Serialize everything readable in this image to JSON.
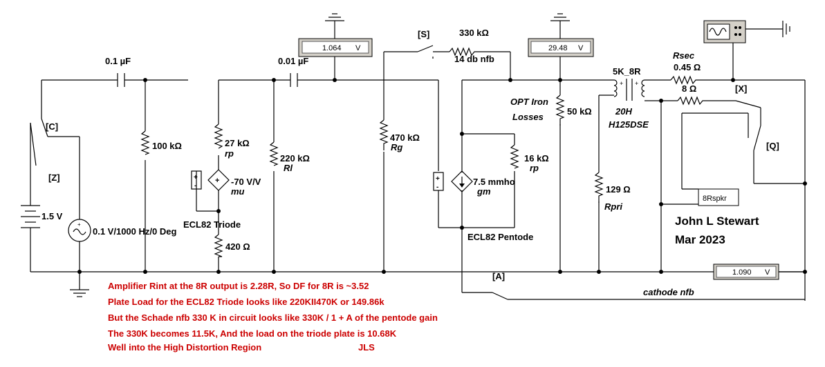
{
  "components": {
    "cap1": "0.1 µF",
    "cap2": "0.01 µF",
    "r100k": "100 kΩ",
    "r27k": "27 kΩ",
    "rp": "rp",
    "vcvs_gain": "-70 V/V",
    "mu": "mu",
    "r220k": "220 kΩ",
    "rl": "Rl",
    "r420": "420 Ω",
    "triode": "ECL82 Triode",
    "r470k": "470 kΩ",
    "rg": "Rg",
    "r330k": "330 kΩ",
    "fb_label": "14 db nfb",
    "switch_s": "[S]",
    "r16k": "16 kΩ",
    "rp2": "rp",
    "vccs_gain": "7.5 mmho",
    "gm": "gm",
    "pentode": "ECL82 Pentode",
    "opt_iron": "OPT Iron",
    "losses": "Losses",
    "r50k": "50 kΩ",
    "xfmr": "5K_8R",
    "xfmr_l": "20H",
    "xfmr_model": "H125DSE",
    "r129": "129 Ω",
    "rpri": "Rpri",
    "rsec": "Rsec",
    "rsec_val": "0.45 Ω",
    "r8": "8 Ω",
    "switch_x": "[X]",
    "switch_q": "[Q]",
    "spkr": "8Rspkr",
    "switch_c": "[C]",
    "switch_z": "[Z]",
    "battery": "1.5 V",
    "source": "0.1 V/1000 Hz/0 Deg",
    "switch_a": "[A]",
    "cathode_nfb": "cathode nfb"
  },
  "meters": {
    "m1": {
      "value": "1.064",
      "unit": "V"
    },
    "m2": {
      "value": "29.48",
      "unit": "V"
    },
    "m3": {
      "value": "1.090",
      "unit": "V"
    }
  },
  "author": {
    "name": "John L Stewart",
    "date": "Mar 2023"
  },
  "notes": {
    "line1": "Amplifier Rint at the 8R output is 2.28R, So DF for 8R is ~3.52",
    "line2": "Plate Load for the ECL82 Triode looks like 220KII470K or 149.86k",
    "line3": "But the Schade nfb 330 K in circuit looks like 330K / 1 + A of the pentode gain",
    "line4": "The 330K becomes 11.5K, And the load on the triode plate is 10.68K",
    "line5": "Well into the High Distortion Region",
    "initials": "JLS"
  }
}
